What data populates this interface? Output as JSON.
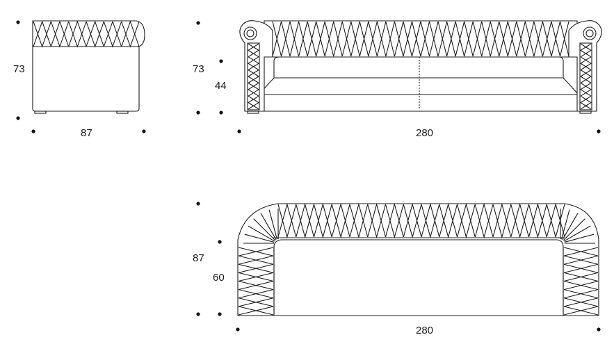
{
  "side_view": {
    "height_label": "73",
    "depth_label": "87"
  },
  "front_view": {
    "height_label": "73",
    "seat_height_label": "44",
    "width_label": "280"
  },
  "top_view": {
    "depth_label": "87",
    "seat_depth_label": "60",
    "width_label": "280"
  },
  "colors": {
    "line": "#1a1a1a",
    "background": "#ffffff"
  }
}
